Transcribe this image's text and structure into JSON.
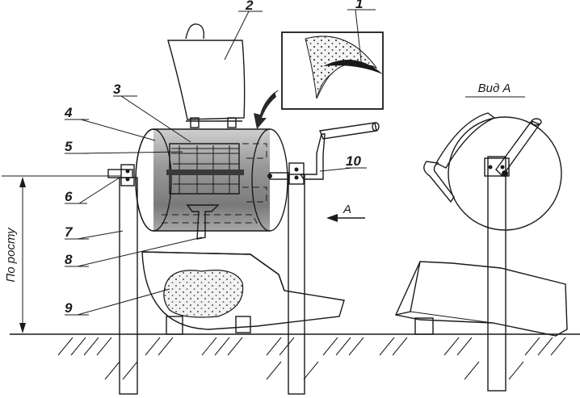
{
  "labels": {
    "n1": "1",
    "n2": "2",
    "n3": "3",
    "n4": "4",
    "n5": "5",
    "n6": "6",
    "n7": "7",
    "n8": "8",
    "n9": "9",
    "n10": "10",
    "height": "По росту",
    "view_arrow": "A",
    "view_title": "Вид А"
  }
}
